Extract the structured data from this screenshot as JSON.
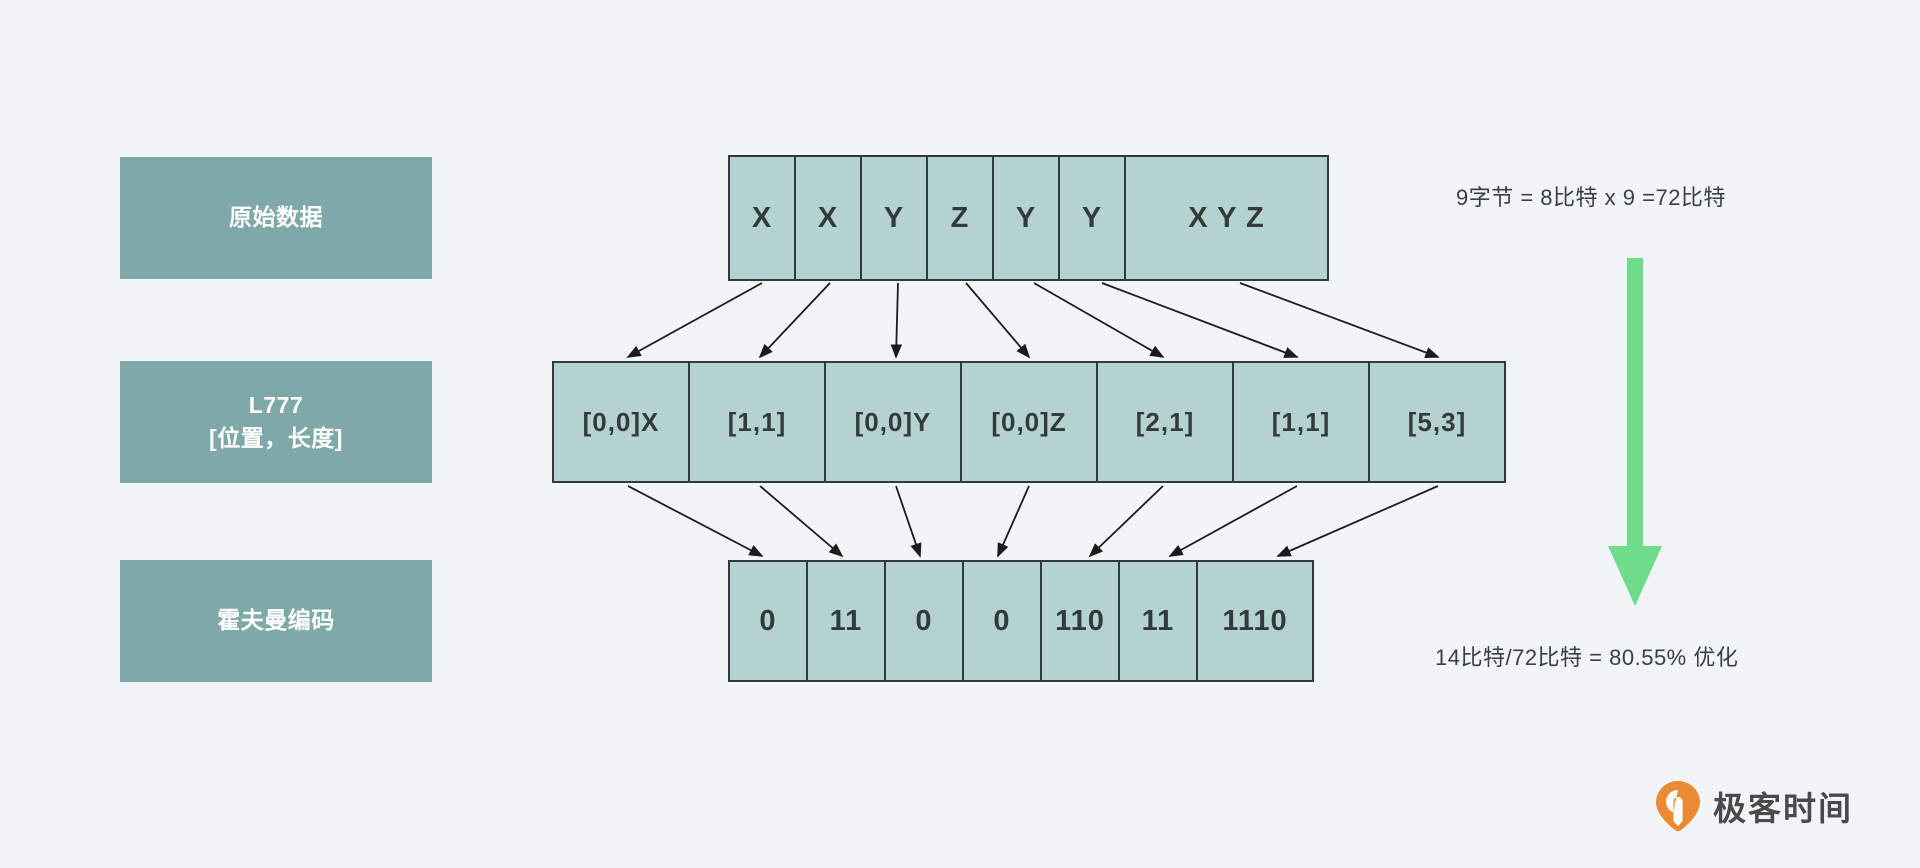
{
  "page": {
    "background_color": "#f2f5f7",
    "label_box_color": "#7fa8a8",
    "cell_color": "#b4d2d2",
    "cell_border_color": "#333a3a",
    "arrow_color": "#6fdc8c",
    "text_color": "#3a3f44"
  },
  "stages": {
    "original": {
      "label": "原始数据"
    },
    "l777": {
      "label_line1": "L777",
      "label_line2": "[位置，长度]"
    },
    "huffman": {
      "label": "霍夫曼编码"
    }
  },
  "rows": {
    "original": {
      "cells": [
        {
          "text": "X",
          "wide": false
        },
        {
          "text": "X",
          "wide": false
        },
        {
          "text": "Y",
          "wide": false
        },
        {
          "text": "Z",
          "wide": false
        },
        {
          "text": "Y",
          "wide": false
        },
        {
          "text": "Y",
          "wide": false
        },
        {
          "text": "X Y Z",
          "wide": true
        }
      ]
    },
    "l777": {
      "cells": [
        {
          "text": "[0,0]X"
        },
        {
          "text": "[1,1]"
        },
        {
          "text": "[0,0]Y"
        },
        {
          "text": "[0,0]Z"
        },
        {
          "text": "[2,1]"
        },
        {
          "text": "[1,1]"
        },
        {
          "text": "[5,3]"
        }
      ]
    },
    "huffman": {
      "cells": [
        {
          "text": "0",
          "wide": false
        },
        {
          "text": "11",
          "wide": false
        },
        {
          "text": "0",
          "wide": false
        },
        {
          "text": "0",
          "wide": false
        },
        {
          "text": "110",
          "wide": false
        },
        {
          "text": "11",
          "wide": false
        },
        {
          "text": "1110",
          "wide": true
        }
      ]
    }
  },
  "annotations": {
    "top": "9字节 = 8比特 x 9 =72比特",
    "bottom": "14比特/72比特 = 80.55% 优化"
  },
  "logo": {
    "text": "极客时间",
    "mark": "location-pin-icon"
  }
}
